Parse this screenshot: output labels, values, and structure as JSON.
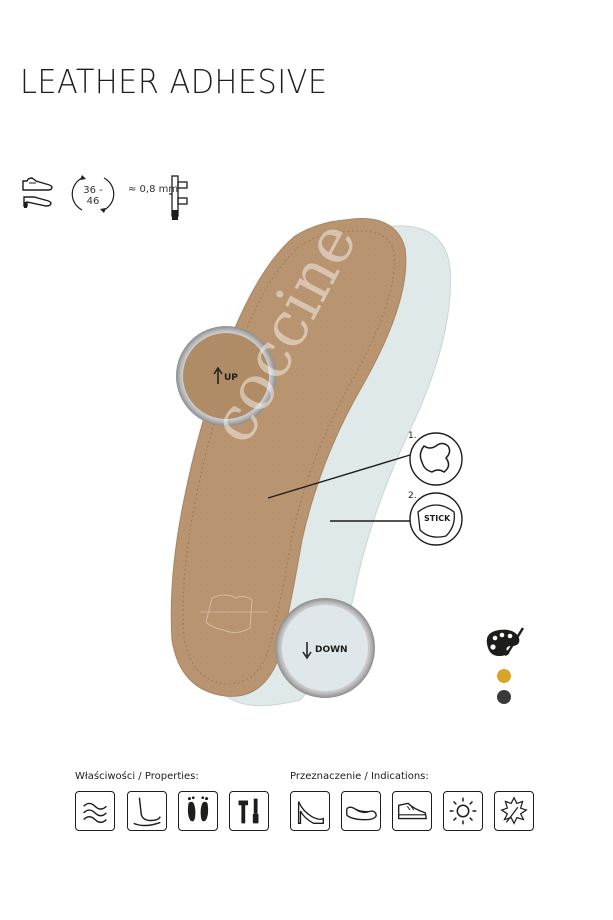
{
  "title": "LEATHER ADHESIVE",
  "specs": {
    "shoe_icon": "shoe-icon",
    "size_range": "36 - 46",
    "thickness": "≈ 0,8 mm",
    "caliper_icon": "caliper-icon"
  },
  "insole": {
    "watermark": "coccine",
    "top_lens_label": "UP",
    "bottom_lens_label": "DOWN",
    "callout_1_number": "1.",
    "callout_2_number": "2.",
    "callout_2_label": "STICK",
    "leather_icon": "leather-hide-icon"
  },
  "colors": {
    "palette_icon": "palette-brush-icon",
    "options": [
      "#d9a526",
      "#3a3a3a"
    ]
  },
  "properties": {
    "label": "Właściwości / Properties:",
    "icons": [
      "air-flow-icon",
      "foot-arch-icon",
      "footprints-icon",
      "tools-icon"
    ]
  },
  "indications": {
    "label": "Przeznaczenie / Indications:",
    "icons": [
      "high-heel-icon",
      "ballerina-flat-icon",
      "sneaker-icon",
      "sun-summer-icon",
      "autumn-leaf-icon"
    ]
  }
}
